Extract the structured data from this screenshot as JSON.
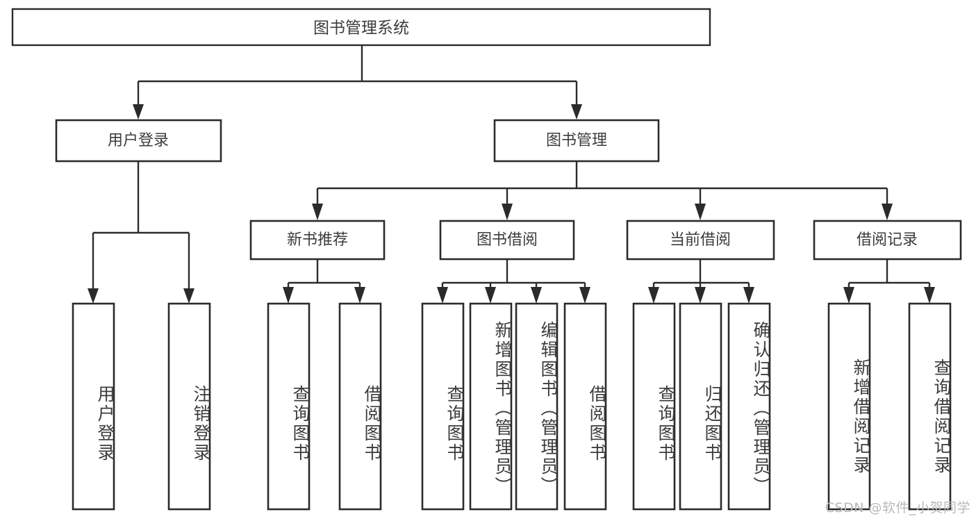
{
  "diagram": {
    "type": "tree-hierarchy-chart",
    "title": "图书管理系统",
    "orientation": "top-down",
    "colors": {
      "node_stroke": "#2b2b2b",
      "node_fill": "#ffffff",
      "label_text": "#3c3c3c",
      "edge": "#2b2b2b",
      "watermark": "#b9b9b9",
      "background": "#ffffff"
    },
    "root": {
      "label": "图书管理系统"
    },
    "level2": [
      {
        "label": "用户登录"
      },
      {
        "label": "图书管理"
      }
    ],
    "level3": [
      {
        "label": "新书推荐"
      },
      {
        "label": "图书借阅"
      },
      {
        "label": "当前借阅"
      },
      {
        "label": "借阅记录"
      }
    ],
    "leaves": {
      "user_login": [
        {
          "label": "用户登录"
        },
        {
          "label": "注销登录"
        }
      ],
      "new_book_recommend": [
        {
          "label": "查询图书"
        },
        {
          "label": "借阅图书"
        }
      ],
      "book_borrow": [
        {
          "label": "查询图书"
        },
        {
          "label": "新增图书（管理员）"
        },
        {
          "label": "编辑图书（管理员）"
        },
        {
          "label": "借阅图书"
        }
      ],
      "current_borrow": [
        {
          "label": "查询图书"
        },
        {
          "label": "归还图书"
        },
        {
          "label": "确认归还（管理员）"
        }
      ],
      "borrow_record": [
        {
          "label": "新增借阅记录"
        },
        {
          "label": "查询借阅记录"
        }
      ]
    }
  },
  "watermark": {
    "text": "CSDN @软件_小贺同学"
  }
}
